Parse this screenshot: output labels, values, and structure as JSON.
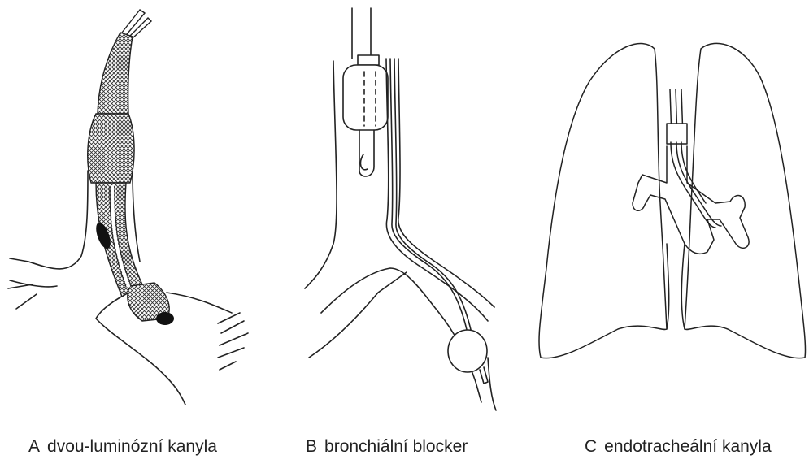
{
  "panels": [
    {
      "letter": "A",
      "label": "dvou-luminózní kanyla"
    },
    {
      "letter": "B",
      "label": "bronchiální blocker"
    },
    {
      "letter": "C",
      "label": "endotracheální kanyla"
    }
  ]
}
